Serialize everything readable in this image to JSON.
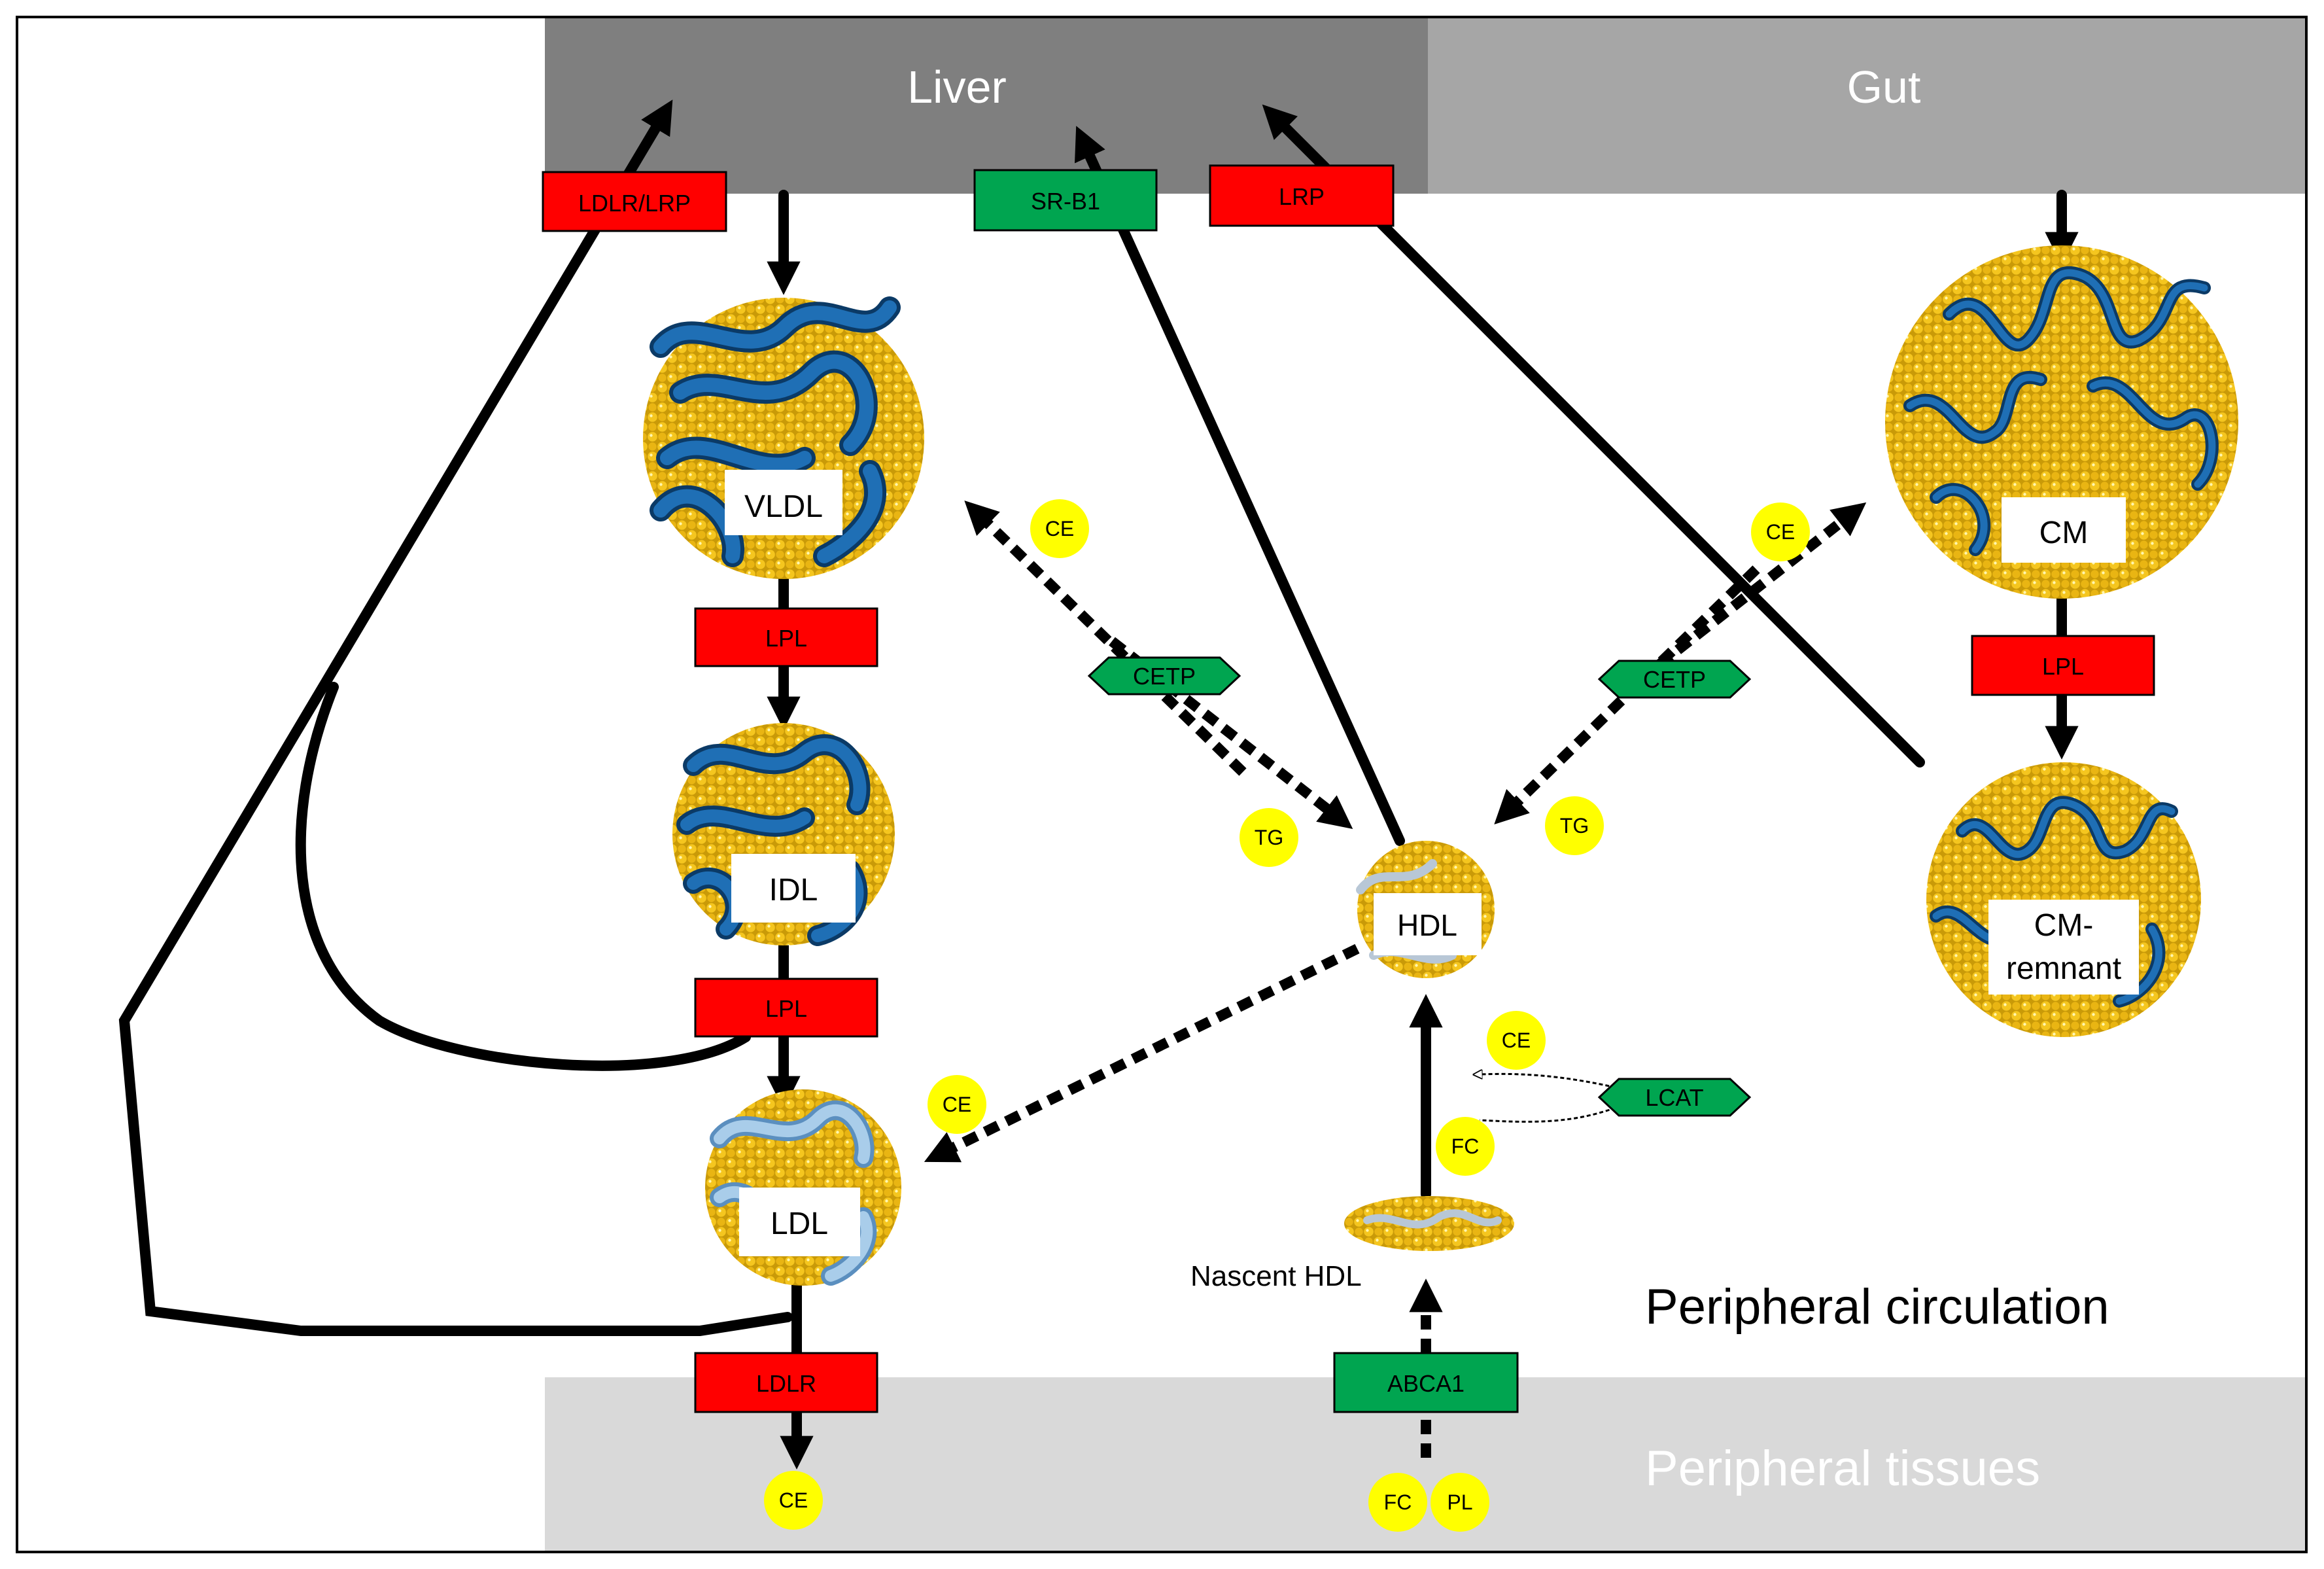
{
  "regions": {
    "liver": "Liver",
    "gut": "Gut",
    "circulation": "Peripheral circulation",
    "tissues": "Peripheral tissues"
  },
  "particles": {
    "vldl": "VLDL",
    "idl": "IDL",
    "ldl": "LDL",
    "hdl": "HDL",
    "nascent_hdl": "Nascent HDL",
    "cm": "CM",
    "cm_remnant_1": "CM-",
    "cm_remnant_2": "remnant"
  },
  "receptors": {
    "ldlr_lrp": "LDLR/LRP",
    "srb1": "SR-B1",
    "lrp": "LRP",
    "ldlr": "LDLR",
    "abca1": "ABCA1"
  },
  "enzymes": {
    "lpl_1": "LPL",
    "lpl_2": "LPL",
    "lpl_cm": "LPL",
    "cetp_left": "CETP",
    "cetp_right": "CETP",
    "lcat": "LCAT"
  },
  "molecules": {
    "ce_vldl": "CE",
    "ce_cm": "CE",
    "tg_left": "TG",
    "tg_right": "TG",
    "ce_lcat": "CE",
    "fc_lcat": "FC",
    "ce_ldl": "CE",
    "ce_tissue": "CE",
    "fc_tissue": "FC",
    "pl_tissue": "PL"
  },
  "colors": {
    "liver": "#7f7f7f",
    "gut": "#a6a6a6",
    "tissues": "#d9d9d9",
    "receptor_red": "#ff0000",
    "receptor_green": "#00a550",
    "molecule_yellow": "#ffff00",
    "particle_gold": "#f2c21a",
    "apoprotein_blue": "#1f6fb5"
  }
}
